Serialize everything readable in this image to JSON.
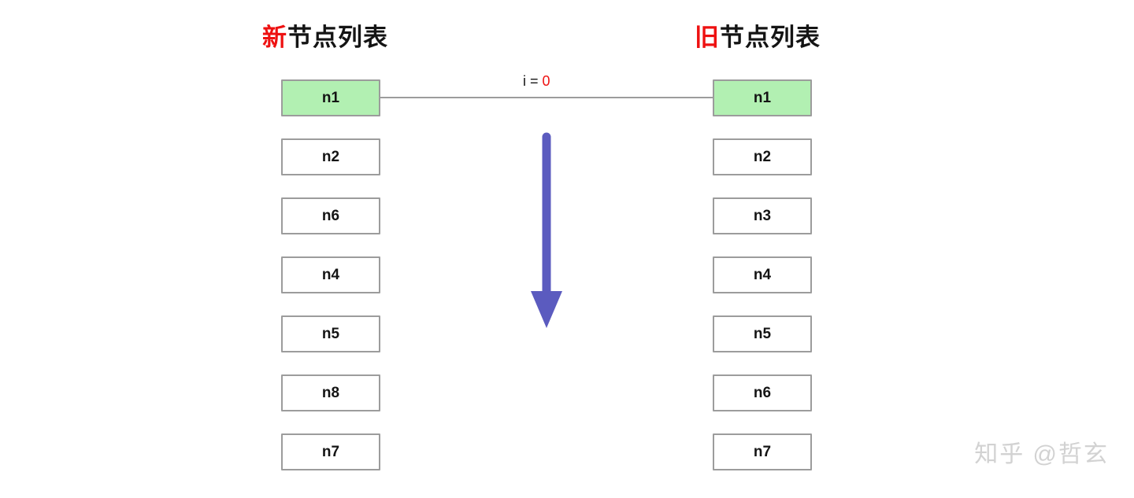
{
  "diagram": {
    "title_new": {
      "accent": "新",
      "rest": "节点列表"
    },
    "title_old": {
      "accent": "旧",
      "rest": "节点列表"
    },
    "iteration_label": {
      "prefix": "i = ",
      "value": "0"
    },
    "watermark": "知乎 @哲玄",
    "colors": {
      "accent_red": "#ee1111",
      "highlight_green": "#b2f0b2",
      "box_border": "#9c9c9c",
      "arrow_purple": "#5b5bbf",
      "watermark_gray": "#d2d2d2",
      "text_black": "#141414"
    },
    "new_list": [
      {
        "label": "n1",
        "highlight": true
      },
      {
        "label": "n2",
        "highlight": false
      },
      {
        "label": "n6",
        "highlight": false
      },
      {
        "label": "n4",
        "highlight": false
      },
      {
        "label": "n5",
        "highlight": false
      },
      {
        "label": "n8",
        "highlight": false
      },
      {
        "label": "n7",
        "highlight": false
      }
    ],
    "old_list": [
      {
        "label": "n1",
        "highlight": true
      },
      {
        "label": "n2",
        "highlight": false
      },
      {
        "label": "n3",
        "highlight": false
      },
      {
        "label": "n4",
        "highlight": false
      },
      {
        "label": "n5",
        "highlight": false
      },
      {
        "label": "n6",
        "highlight": false
      },
      {
        "label": "n7",
        "highlight": false
      }
    ]
  }
}
